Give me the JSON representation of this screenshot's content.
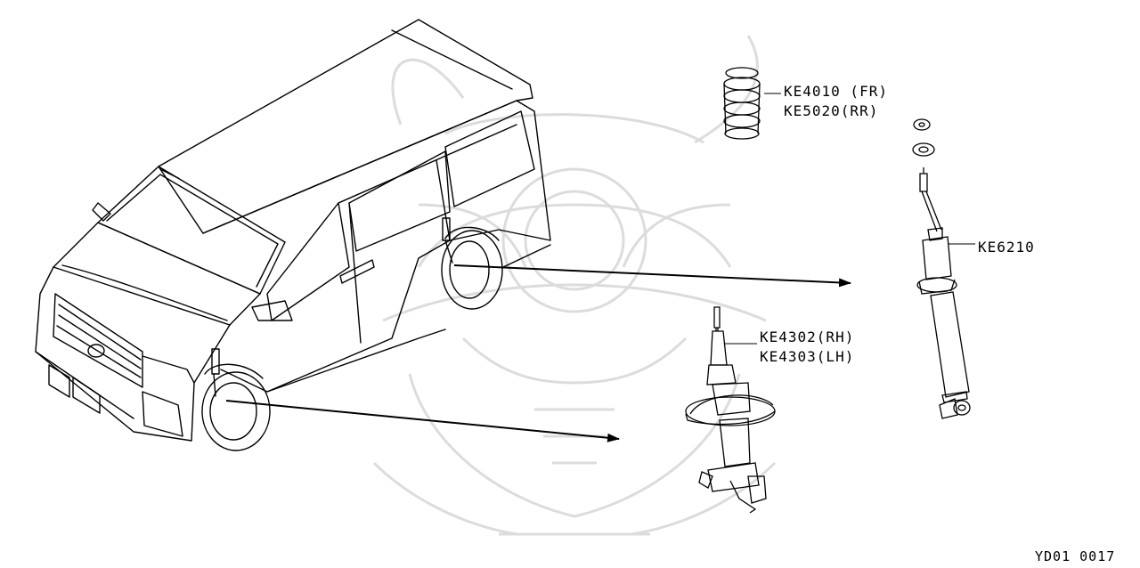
{
  "labels": {
    "spring_fr": "KE4010 (FR)",
    "spring_rr": "KE5020(RR)",
    "rear_shock": "KE6210",
    "strut_rh": "KE4302(RH)",
    "strut_lh": "KE4303(LH)",
    "diagram_code": "YD01 0017"
  },
  "colors": {
    "line": "#000000",
    "watermark": "#d8d8d8"
  }
}
